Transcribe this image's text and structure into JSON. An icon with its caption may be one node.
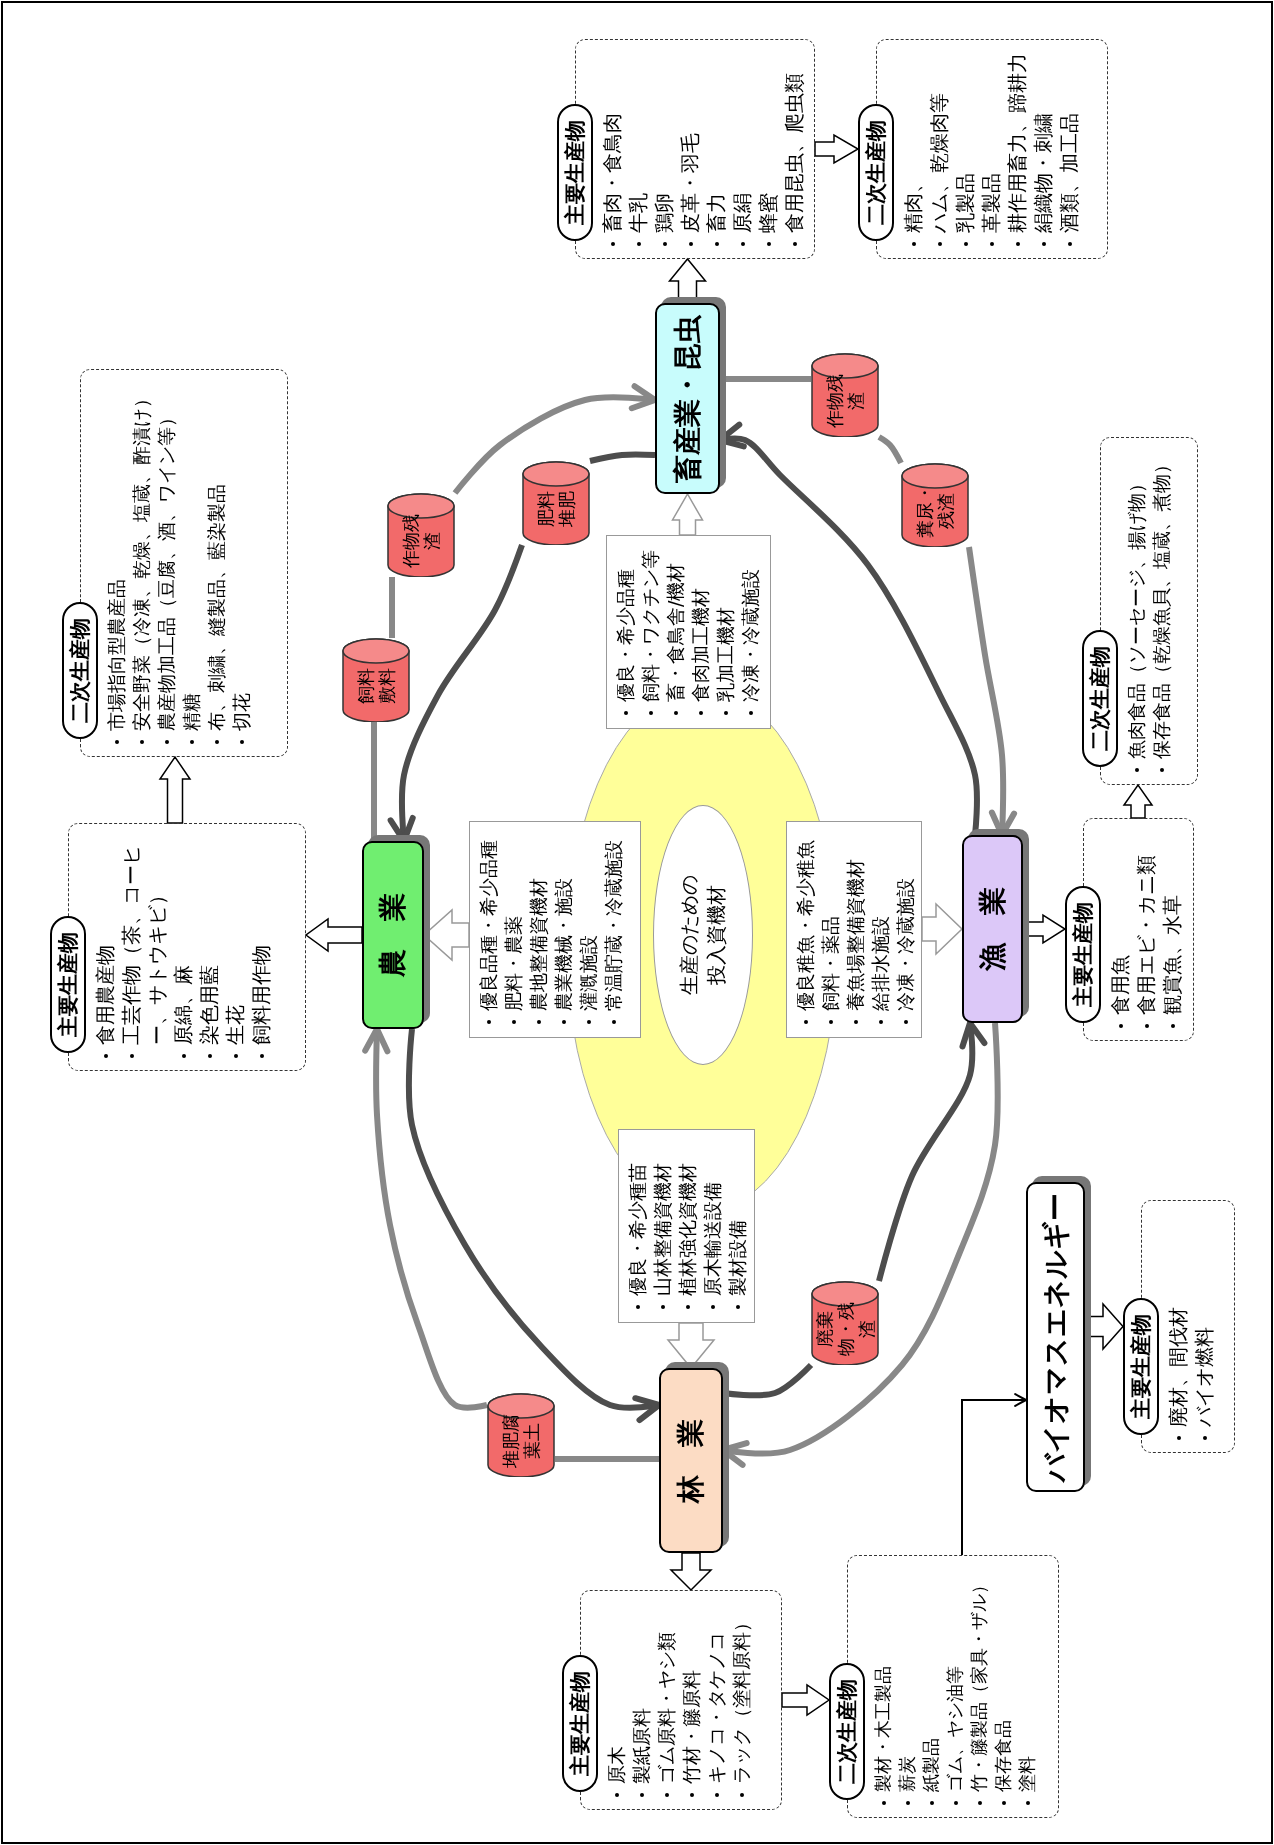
{
  "diagram": {
    "nodes": [
      {
        "text": [
          "畜産業・昆虫"
        ]
      },
      {
        "text": [
          "主要生産物",
          "畜肉・食鳥肉",
          "牛乳",
          "鶏卵",
          "皮革・羽毛",
          "畜力",
          "原絹",
          "蜂蜜",
          "食用昆虫、爬虫類"
        ]
      },
      {
        "text": [
          "二次生産物",
          "精肉、",
          "ハム、乾燥肉等",
          "乳製品",
          "革製品",
          "耕作用畜力、蹄耕力",
          "絹織物・刺繍",
          "酒類、加工品"
        ]
      },
      {
        "text": [
          "農　業"
        ]
      },
      {
        "text": [
          "主要生産物",
          "食用農産物",
          "工芸作物（茶、コーヒー、サトウキビ）",
          "原綿、麻",
          "染色用藍",
          "生花",
          "飼料用作物"
        ]
      },
      {
        "text": [
          "二次生産物",
          "市場指向型農産品",
          "安全野菜（冷凍、乾燥、塩蔵、酢漬け）",
          "農産物加工品（豆腐、酒、ワイン等）",
          "精糖",
          "布、刺繍、縫製品、藍染製品",
          "切花"
        ]
      },
      {
        "text": [
          "漁　業"
        ]
      },
      {
        "text": [
          "主要生産物",
          "食用魚",
          "食用エビ・カニ類",
          "観賞魚、水草"
        ]
      },
      {
        "text": [
          "二次生産物",
          "魚肉食品（ソーセージ、揚げ物）",
          "保存食品（乾燥魚貝、塩蔵、煮物）"
        ]
      },
      {
        "text": [
          "林　業"
        ]
      },
      {
        "text": [
          "主要生産物",
          "原木",
          "製紙原料",
          "ゴム原料・ヤシ類",
          "竹材・籐原料",
          "キノコ・タケノコ",
          "ラック（塗料原料）"
        ]
      },
      {
        "text": [
          "二次生産物",
          "製材・木工製品",
          "薪炭",
          "紙製品",
          "ゴム、ヤシ油等",
          "竹・籐製品（家具・ザル）",
          "保存食品",
          "塗料"
        ]
      },
      {
        "text": [
          "バイオマスエネルギー"
        ]
      },
      {
        "text": [
          "主要生産物",
          "廃材、間伐材",
          "バイオ燃料"
        ]
      },
      {
        "text": [
          "生産のための投入資機材"
        ]
      },
      {
        "text": [
          "優良・希少品種",
          "飼料・ワクチン等",
          "畜・食鳥舎/機材",
          "食肉加工機材",
          "乳加工機材",
          "冷凍・冷蔵施設"
        ]
      },
      {
        "text": [
          "優良品種・希少品種",
          "肥料・農薬",
          "農地整備資機材",
          "農業機械・施設",
          "灌漑施設",
          "常温貯蔵・冷蔵施設"
        ]
      },
      {
        "text": [
          "優良稚魚・希少稚魚",
          "飼料・薬品",
          "養魚場整備資機材",
          "給排水施設",
          "冷凍・冷蔵施設"
        ]
      },
      {
        "text": [
          "優良・希少種苗",
          "山林整備資機材",
          "植林強化資機材",
          "原木輸送設備",
          "製材設備"
        ]
      },
      {
        "text": [
          "飼料敷料"
        ]
      },
      {
        "text": [
          "作物残渣"
        ]
      },
      {
        "text": [
          "肥料堆肥"
        ]
      },
      {
        "text": [
          "作物残渣"
        ]
      },
      {
        "text": [
          "糞尿・残渣"
        ]
      },
      {
        "text": [
          "廃棄物・残渣"
        ]
      },
      {
        "text": [
          "堆肥腐葉土"
        ]
      }
    ],
    "edges": [
      {
        "from": 0,
        "to": 1,
        "arrow": "to"
      },
      {
        "from": 1,
        "to": 2,
        "arrow": "to"
      },
      {
        "from": 3,
        "to": 4,
        "arrow": "to"
      },
      {
        "from": 4,
        "to": 5,
        "arrow": "to"
      },
      {
        "from": 6,
        "to": 7,
        "arrow": "to"
      },
      {
        "from": 7,
        "to": 8,
        "arrow": "to"
      },
      {
        "from": 9,
        "to": 10,
        "arrow": "to"
      },
      {
        "from": 10,
        "to": 11,
        "arrow": "to"
      },
      {
        "from": 12,
        "to": 13,
        "arrow": "to"
      },
      {
        "from": 11,
        "to": 12,
        "arrow": "to",
        "color": "#000000"
      },
      {
        "from": 15,
        "to": 0,
        "arrow": "to"
      },
      {
        "from": 16,
        "to": 3,
        "arrow": "to"
      },
      {
        "from": 17,
        "to": 6,
        "arrow": "to"
      },
      {
        "from": 18,
        "to": 9,
        "arrow": "to"
      },
      {
        "from": 3,
        "to": 19,
        "arrow": "none",
        "color": "#888888"
      },
      {
        "from": 19,
        "to": 20,
        "arrow": "none",
        "color": "#888888"
      },
      {
        "from": 20,
        "to": 0,
        "arrow": "to",
        "color": "#888888"
      },
      {
        "from": 0,
        "to": 21,
        "arrow": "none",
        "color": "#4d4d4d"
      },
      {
        "from": 21,
        "to": 3,
        "arrow": "to",
        "color": "#4d4d4d"
      },
      {
        "from": 0,
        "to": 22,
        "arrow": "none",
        "color": "#888888"
      },
      {
        "from": 22,
        "to": 23,
        "arrow": "none",
        "color": "#888888"
      },
      {
        "from": 23,
        "to": 6,
        "arrow": "to",
        "color": "#888888"
      },
      {
        "from": 6,
        "to": 0,
        "arrow": "to",
        "color": "#4d4d4d"
      },
      {
        "from": 9,
        "to": 24,
        "arrow": "none",
        "color": "#4d4d4d"
      },
      {
        "from": 24,
        "to": 6,
        "arrow": "to",
        "color": "#4d4d4d"
      },
      {
        "from": 6,
        "to": 9,
        "arrow": "to",
        "color": "#888888"
      },
      {
        "from": 3,
        "to": 9,
        "arrow": "to",
        "color": "#4d4d4d"
      },
      {
        "from": 9,
        "to": 25,
        "arrow": "none",
        "color": "#888888"
      },
      {
        "from": 25,
        "to": 3,
        "arrow": "to",
        "color": "#888888"
      }
    ]
  }
}
